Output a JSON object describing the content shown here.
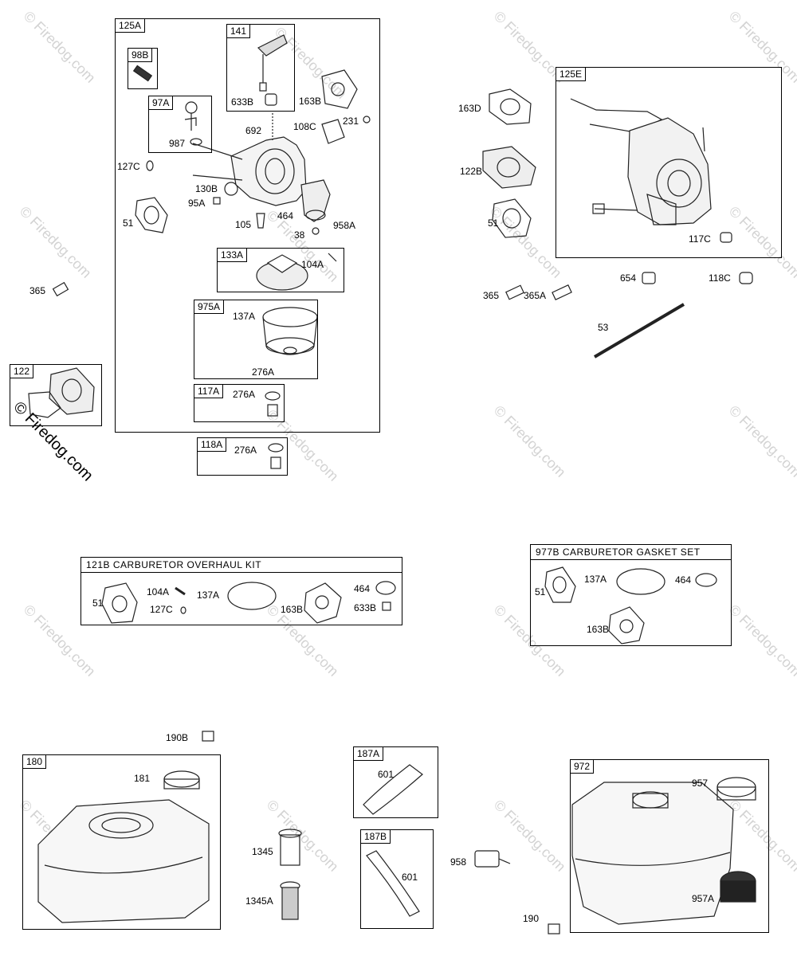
{
  "watermark": "© Firedog.com",
  "box_125A": {
    "tag": "125A",
    "sub_98B": "98B",
    "sub_141": "141",
    "sub_97A": "97A",
    "sub_133A": "133A",
    "sub_975A": "975A",
    "sub_117A": "117A"
  },
  "box_118A": "118A",
  "box_122": "122",
  "box_125E": "125E",
  "kit_121B": {
    "title": "121B CARBURETOR OVERHAUL KIT"
  },
  "kit_977B": {
    "title": "977B CARBURETOR GASKET SET"
  },
  "box_180": "180",
  "box_187A": "187A",
  "box_187B": "187B",
  "box_972": "972",
  "labels": {
    "l633B": "633B",
    "l163B": "163B",
    "l692": "692",
    "l108C": "108C",
    "l231": "231",
    "l987": "987",
    "l127C": "127C",
    "l130B": "130B",
    "l95A": "95A",
    "l51": "51",
    "l105": "105",
    "l464": "464",
    "l958A": "958A",
    "l38": "38",
    "l104A": "104A",
    "l137A": "137A",
    "l276A": "276A",
    "l365": "365",
    "l163D": "163D",
    "l122B": "122B",
    "l117C": "117C",
    "l654": "654",
    "l118C": "118C",
    "l365A": "365A",
    "l53": "53",
    "l190B": "190B",
    "l181": "181",
    "l601": "601",
    "l1345": "1345",
    "l1345A": "1345A",
    "l958": "958",
    "l957": "957",
    "l957A": "957A",
    "l190": "190"
  }
}
